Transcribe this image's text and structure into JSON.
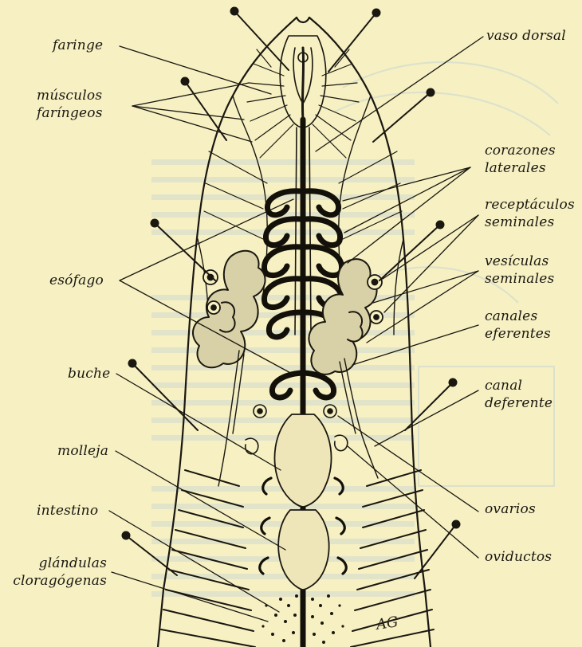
{
  "labels": {
    "faringe": "faringe",
    "musculos_1": "músculos",
    "musculos_2": "faríngeos",
    "esofago": "esófago",
    "buche": "buche",
    "molleja": "molleja",
    "intestino": "intestino",
    "glandulas_1": "glándulas",
    "glandulas_2": "cloragógenas",
    "vaso_dorsal": "vaso dorsal",
    "corazones_1": "corazones",
    "corazones_2": "laterales",
    "receptaculos_1": "receptáculos",
    "receptaculos_2": "seminales",
    "vesiculas_1": "vesículas",
    "vesiculas_2": "seminales",
    "canales_1": "canales",
    "canales_2": "eferentes",
    "canal_1": "canal",
    "canal_2": "deferente",
    "ovarios": "ovarios",
    "oviductos": "oviductos"
  },
  "signature": "AG",
  "colors": {
    "paper": "#f6f0c3",
    "ink": "#1a1710",
    "ghost": "#c9d6c4"
  }
}
